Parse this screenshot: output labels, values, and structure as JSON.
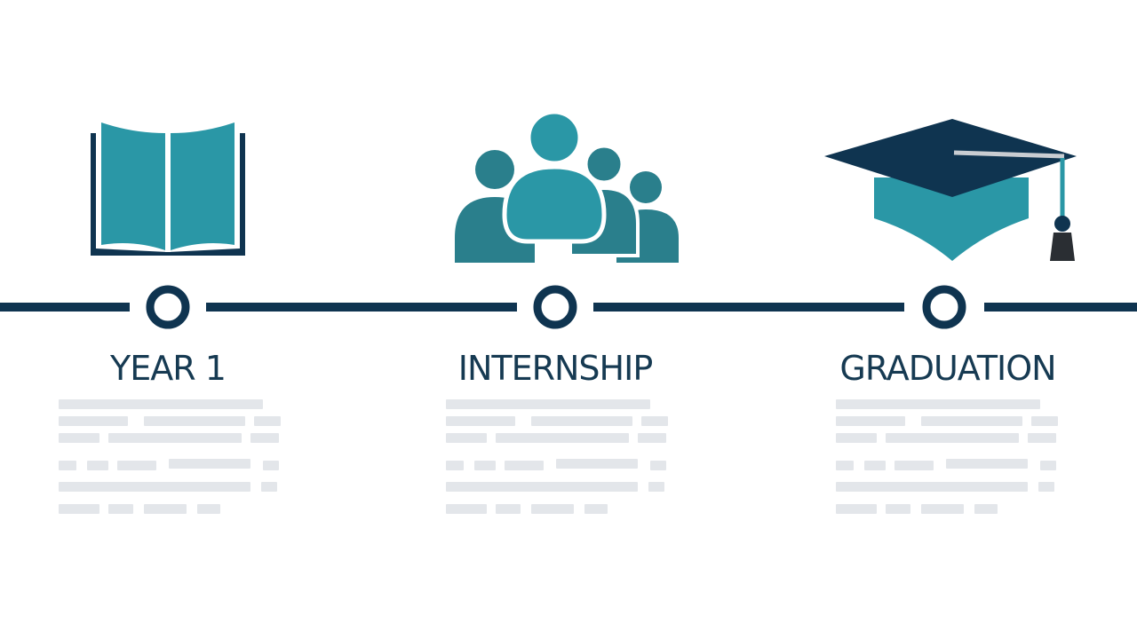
{
  "colors": {
    "navy": "#0f3450",
    "teal": "#2a97a6",
    "teal_dark": "#2a7f8c",
    "placeholder_gray": "#e3e6ea",
    "background": "#ffffff"
  },
  "timeline": {
    "milestones": [
      {
        "label": "YEAR 1",
        "icon": "open-book-icon"
      },
      {
        "label": "INTERNSHIP",
        "icon": "group-people-icon"
      },
      {
        "label": "GRADUATION",
        "icon": "graduation-cap-icon"
      }
    ]
  }
}
